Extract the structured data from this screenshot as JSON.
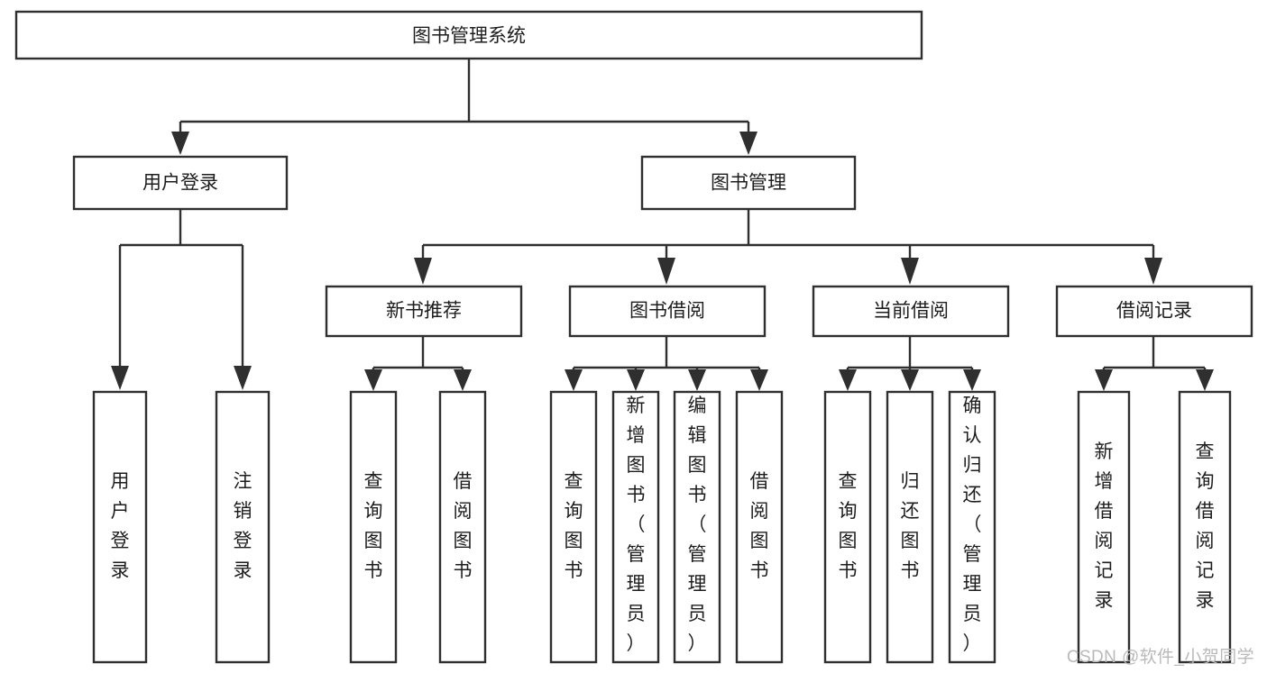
{
  "diagram": {
    "type": "tree-hierarchy",
    "title": "图书管理系统",
    "orientation": "top-down",
    "background_color": "#ffffff",
    "line_color": "#2f2f2f",
    "text_color": "#1d1d1d",
    "root": {
      "id": "root",
      "label": "图书管理系统"
    },
    "level2": [
      {
        "id": "user-login",
        "label": "用户登录"
      },
      {
        "id": "book-management",
        "label": "图书管理"
      }
    ],
    "level3": [
      {
        "id": "new-book-recommend",
        "label": "新书推荐",
        "parent": "book-management"
      },
      {
        "id": "book-borrow",
        "label": "图书借阅",
        "parent": "book-management"
      },
      {
        "id": "current-borrow",
        "label": "当前借阅",
        "parent": "book-management"
      },
      {
        "id": "borrow-record",
        "label": "借阅记录",
        "parent": "book-management"
      }
    ],
    "leaves": {
      "user-login": [
        {
          "id": "leaf-user-login",
          "label": "用户登录"
        },
        {
          "id": "leaf-logout-login",
          "label": "注销登录"
        }
      ],
      "new-book-recommend": [
        {
          "id": "leaf-query-book-1",
          "label": "查询图书"
        },
        {
          "id": "leaf-borrow-book-1",
          "label": "借阅图书"
        }
      ],
      "book-borrow": [
        {
          "id": "leaf-query-book-2",
          "label": "查询图书"
        },
        {
          "id": "leaf-add-book",
          "label": "新增图书（管理员）"
        },
        {
          "id": "leaf-edit-book",
          "label": "编辑图书（管理员）"
        },
        {
          "id": "leaf-borrow-book-2",
          "label": "借阅图书"
        }
      ],
      "current-borrow": [
        {
          "id": "leaf-query-book-3",
          "label": "查询图书"
        },
        {
          "id": "leaf-return-book",
          "label": "归还图书"
        },
        {
          "id": "leaf-confirm-return",
          "label": "确认归还（管理员）"
        }
      ],
      "borrow-record": [
        {
          "id": "leaf-add-record",
          "label": "新增借阅记录"
        },
        {
          "id": "leaf-query-record",
          "label": "查询借阅记录"
        }
      ]
    }
  },
  "watermark": {
    "text": "CSDN @软件_小贺同学"
  }
}
